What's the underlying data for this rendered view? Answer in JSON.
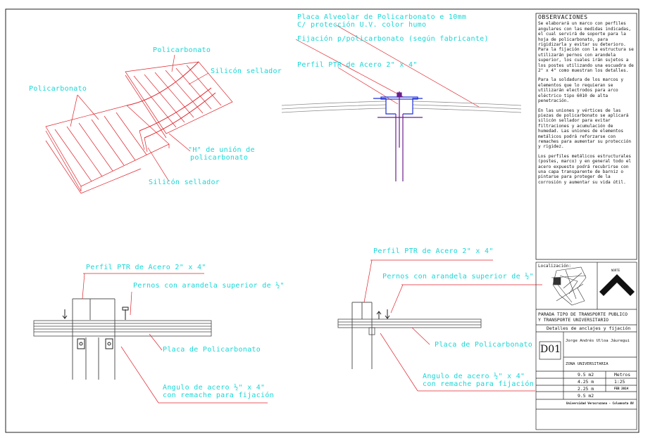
{
  "labels": {
    "iso_policarbonato_top": "Policarbonato",
    "iso_silicon_top": "Silicón sellador",
    "iso_policarbonato_left": "Policarbonato",
    "iso_h_union_1": "\"H\" de unión de",
    "iso_h_union_2": "policarbonato",
    "iso_silicon_bottom": "Silicón sellador",
    "det_placa_1": "Placa Alveolar de Policarbonato e 10mm",
    "det_placa_2": "C/ protección U.V.  color humo",
    "det_fijacion": "Fijación p/policarbonato (según fabricante)",
    "det_perfil": "Perfil PTR de Acero 2\" x 4\"",
    "bl_perfil": "Perfil PTR de Acero 2\" x 4\"",
    "bl_pernos": "Pernos con arandela superior de ½\"",
    "bl_placa": "Placa de Policarbonato",
    "bl_angulo_1": "Angulo de acero ½\" x 4\"",
    "bl_angulo_2": "con remache para fijación",
    "br_perfil": "Perfil PTR de Acero 2\" x 4\"",
    "br_pernos": "Pernos con arandela superior de ½\"",
    "br_placa": "Placa de Policarbonato",
    "br_angulo_1": "Angulo de acero ½\" x 4\"",
    "br_angulo_2": "con remache para fijación"
  },
  "observaciones": {
    "title": "OBSERVACIONES",
    "p1": "Se elaborará un marco con perfiles angulares con las medidas indicadas, el cual servirá de soporte para la hoja de policarbonato, para rigidizarla y evitar su deterioro. Para la fijación con la estructura se utilizarán pernos con arandela superior, los cuales irán sujetos a los postes utilizando una escuadra de 2\" x 4\" como muestran los detalles.",
    "p2": "Para la soldadura de los marcos y elementos que lo requieran se utilizarán electrodos para arco eléctrico tipo 6010 de alta penetración.",
    "p3": "En las uniones y vértices de las piezas de policarbonato se aplicará silicón sellador para evitar filtraciones y acumulación de humedad. Las uniones de elementos metálicos podrá reforzarse con remaches para aumentar su protección y rigidez.",
    "p4": "Los perfiles metálicos estructurales (postes, marco) y en general todo el acero expuesto podrá recubrirse con una capa transparente de barniz o pintarse para proteger de la corrosión y aumentar su vida útil."
  },
  "title_block": {
    "localizacion": "Localización:",
    "norte": "NORTE",
    "project_1": "PARADA TIPO DE TRANSPORTE PUBLICO",
    "project_2": "Y TRANSPORTE UNIVERSITARIO",
    "sheet_title": "Detalles de anclajes y fijación",
    "sheet_code": "D01",
    "author": "Jorge Andrés Ulloa Jáuregui",
    "zone": "ZONA UNIVERSITARIA",
    "val_area1": "9.5 m2",
    "val_units": "Metros",
    "val_dim1": "4.25 m",
    "val_scale": "1:25",
    "val_dim2": "2.25 m",
    "val_date": "FEB 2014",
    "val_area2": "9.5 m2",
    "institution": "Universidad Veracruzana - Columnata UV"
  },
  "colors": {
    "cyan": "#19d6d6",
    "red": "#e0242c",
    "purple": "#6a1e8c",
    "blue": "#1c2fd8",
    "gray": "#8a8a8a"
  }
}
